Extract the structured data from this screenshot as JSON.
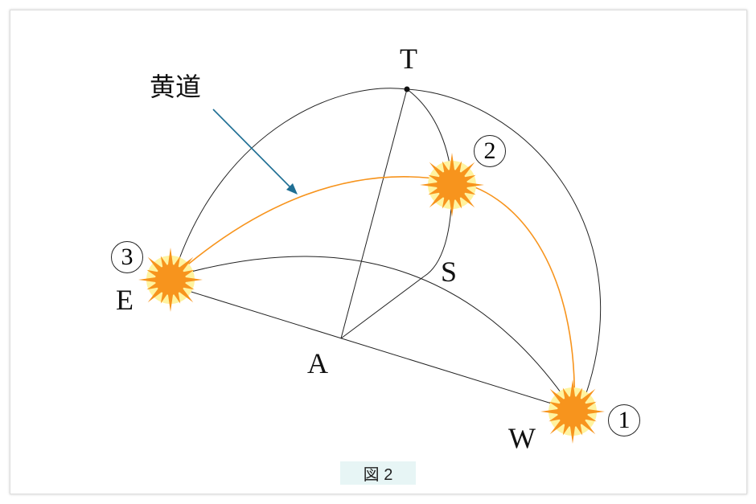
{
  "labels": {
    "T": "T",
    "S": "S",
    "E": "E",
    "W": "W",
    "A": "A",
    "ecliptic": "黄道"
  },
  "positions": {
    "p1": "1",
    "p2": "2",
    "p3": "3"
  },
  "caption": "図 2",
  "colors": {
    "ecliptic": "#f7941d",
    "sun": "#f7941d",
    "halo": "#fff3a0",
    "arrow": "#1f6f94",
    "line": "#222222"
  }
}
